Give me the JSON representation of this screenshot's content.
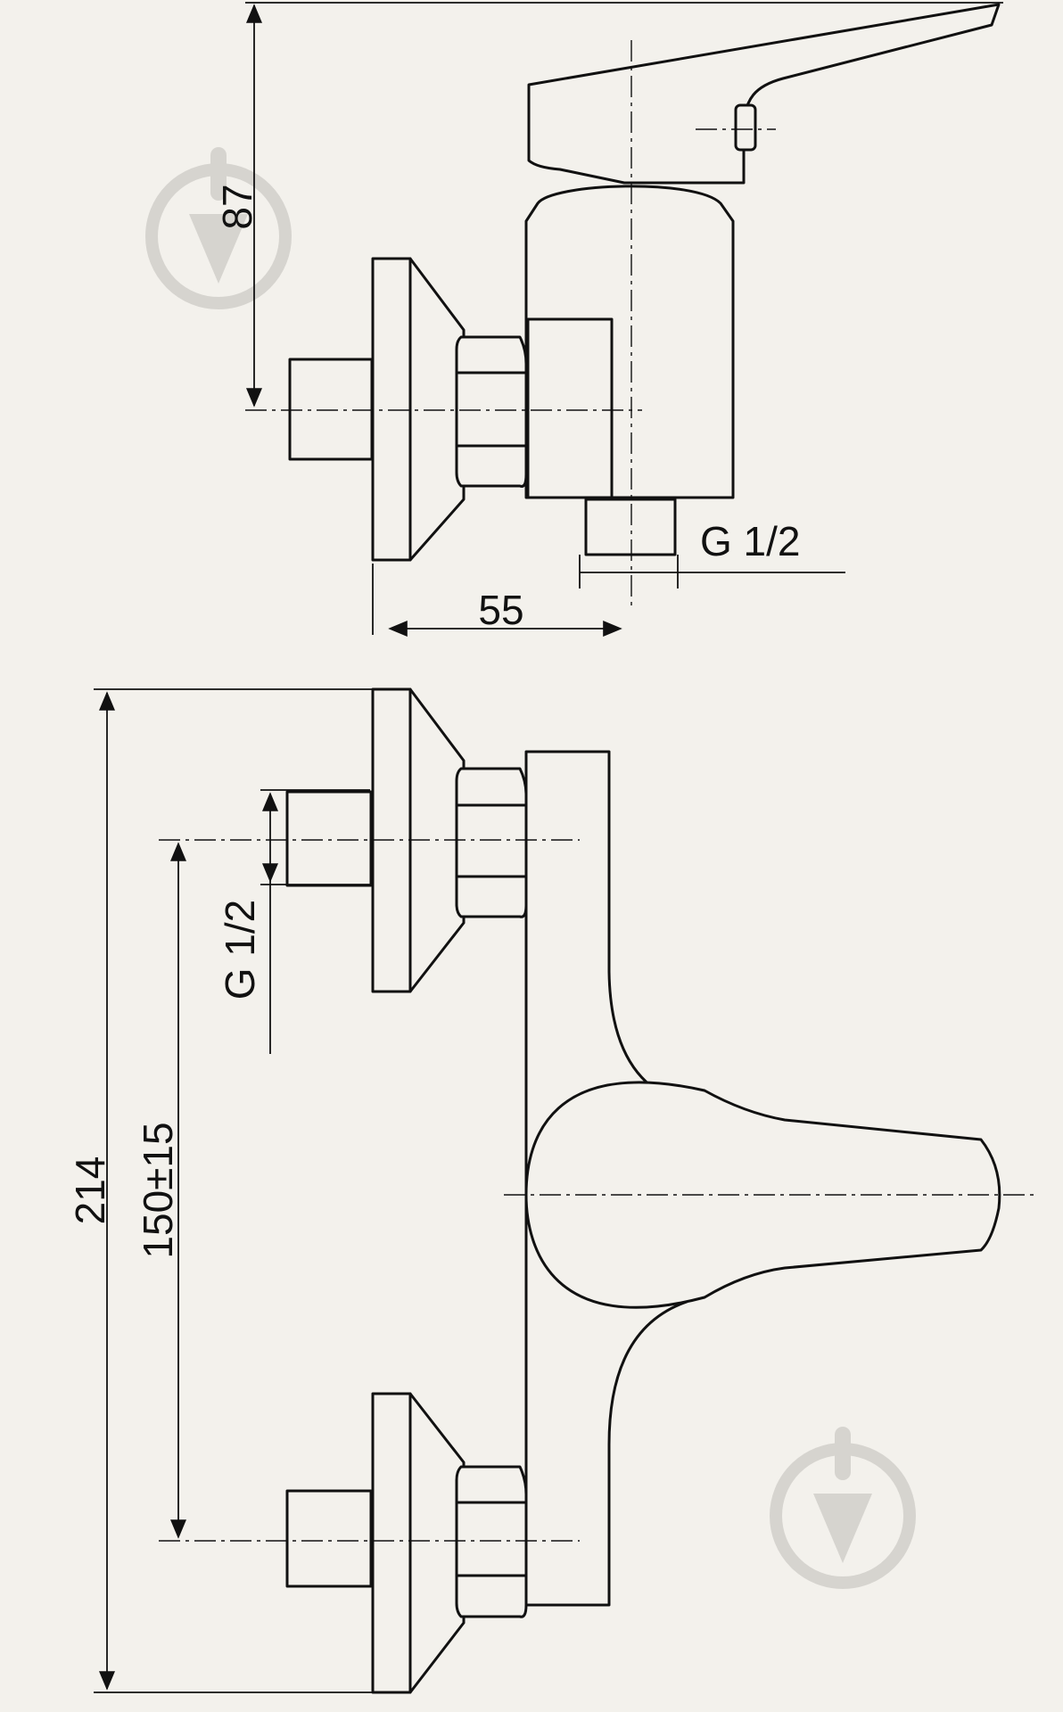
{
  "top_view": {
    "dim_height": "87",
    "dim_width": "55",
    "thread_label": "G 1/2"
  },
  "front_view": {
    "dim_total_height": "214",
    "dim_center_distance": "150±15",
    "thread_label": "G 1/2"
  },
  "colors": {
    "background": "#f3f1ec",
    "line": "#111111",
    "watermark": "#d6d4cf"
  }
}
